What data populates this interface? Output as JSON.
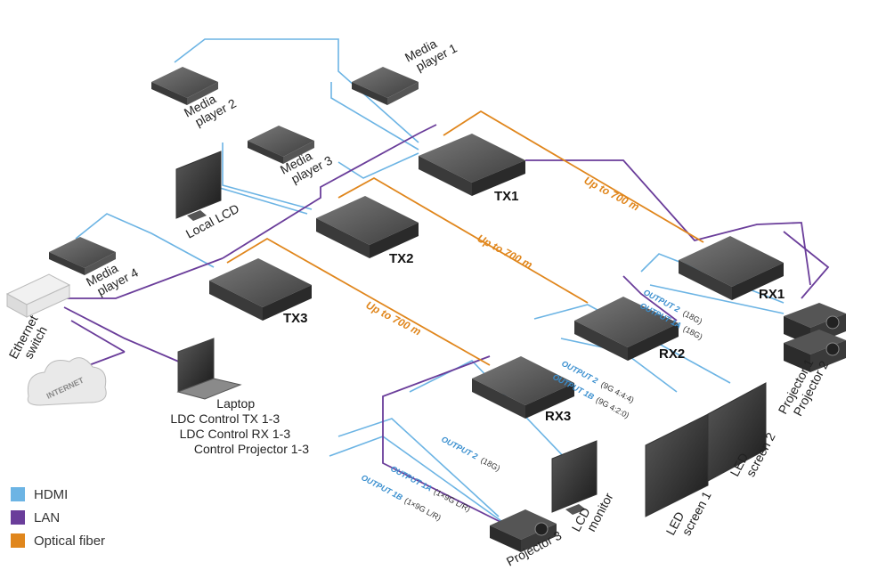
{
  "devices": {
    "tx1": "TX1",
    "tx2": "TX2",
    "tx3": "TX3",
    "rx1": "RX1",
    "rx2": "RX2",
    "rx3": "RX3"
  },
  "labels": {
    "media_player_1": [
      "Media",
      "player 1"
    ],
    "media_player_2": [
      "Media",
      "player 2"
    ],
    "media_player_3": [
      "Media",
      "player 3"
    ],
    "media_player_4": [
      "Media",
      "player 4"
    ],
    "local_lcd": "Local LCD",
    "ethernet_switch": [
      "Ethernet",
      "switch"
    ],
    "internet": "INTERNET",
    "laptop": [
      "Laptop",
      "LDC Control TX 1-3",
      "LDC Control RX 1-3",
      "Control Projector 1-3"
    ],
    "projectors_1_2": [
      "Projector 1",
      "Projector 2"
    ],
    "projector_3": "Projector 3",
    "lcd_monitor": [
      "LCD",
      "monitor"
    ],
    "led_screen_1": [
      "LED",
      "screen 1"
    ],
    "led_screen_2": [
      "LED",
      "screen 2"
    ]
  },
  "fiber_labels": [
    "Up to 700 m",
    "Up to 700 m",
    "Up to 700 m"
  ],
  "outputs": {
    "rx1_out2": {
      "name": "OUTPUT 2",
      "spec": "(18G)"
    },
    "rx1_out1a": {
      "name": "OUTPUT 1A",
      "spec": "(18G)"
    },
    "rx2_out2": {
      "name": "OUTPUT 2",
      "spec": "(9G 4:4:4)"
    },
    "rx2_out1b": {
      "name": "OUTPUT 1B",
      "spec": "(9G 4:2:0)"
    },
    "rx3_out2": {
      "name": "OUTPUT 2",
      "spec": "(18G)"
    },
    "rx3_out1a": {
      "name": "OUTPUT 1A",
      "spec": "(1×9G L/R)"
    },
    "rx3_out1b": {
      "name": "OUTPUT 1B",
      "spec": "(1×9G L/R)"
    }
  },
  "legend": [
    {
      "label": "HDMI",
      "color": "#6cb4e4"
    },
    {
      "label": "LAN",
      "color": "#6a3d9a"
    },
    {
      "label": "Optical fiber",
      "color": "#e0861c"
    }
  ],
  "colors": {
    "hdmi": "#6cb4e4",
    "lan": "#6a3d9a",
    "fiber": "#e0861c",
    "device": "#4a4a4a"
  }
}
